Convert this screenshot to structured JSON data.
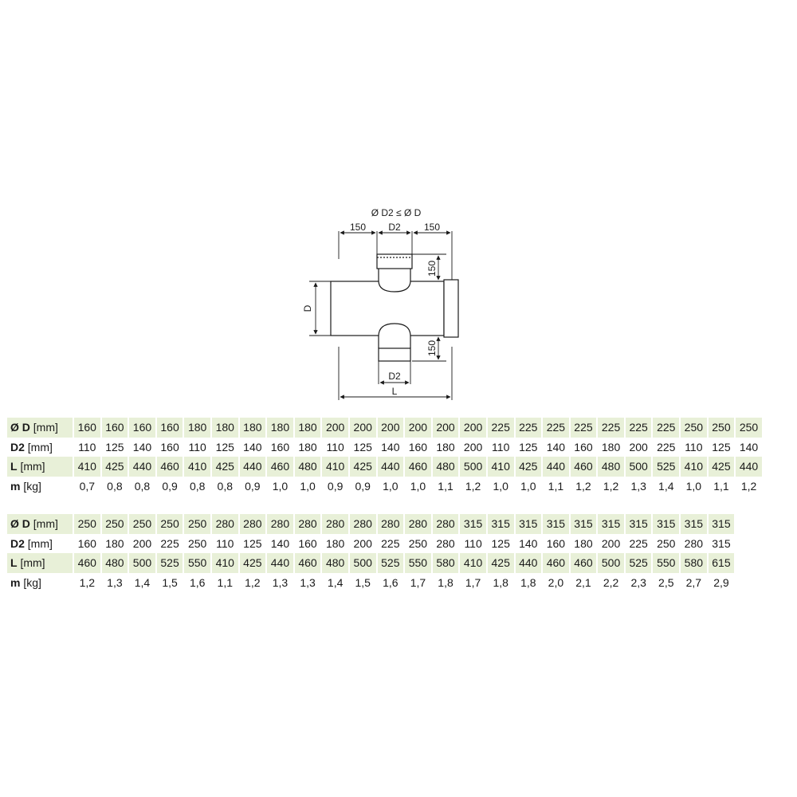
{
  "diagram": {
    "condition": "Ø D2 ≤ Ø D",
    "dim_left": "150",
    "dim_top_d2": "D2",
    "dim_right": "150",
    "dim_side_top": "150",
    "dim_side_bottom": "150",
    "dim_d": "D",
    "dim_bottom_d2": "D2",
    "dim_l": "L"
  },
  "tables": [
    {
      "rows": [
        {
          "sym": "Ø D",
          "unit": "[mm]",
          "values": [
            "160",
            "160",
            "160",
            "160",
            "180",
            "180",
            "180",
            "180",
            "180",
            "200",
            "200",
            "200",
            "200",
            "200",
            "200",
            "225",
            "225",
            "225",
            "225",
            "225",
            "225",
            "225",
            "250",
            "250",
            "250"
          ]
        },
        {
          "sym": "D2",
          "unit": "[mm]",
          "values": [
            "110",
            "125",
            "140",
            "160",
            "110",
            "125",
            "140",
            "160",
            "180",
            "110",
            "125",
            "140",
            "160",
            "180",
            "200",
            "110",
            "125",
            "140",
            "160",
            "180",
            "200",
            "225",
            "110",
            "125",
            "140"
          ]
        },
        {
          "sym": "L",
          "unit": "[mm]",
          "values": [
            "410",
            "425",
            "440",
            "460",
            "410",
            "425",
            "440",
            "460",
            "480",
            "410",
            "425",
            "440",
            "460",
            "480",
            "500",
            "410",
            "425",
            "440",
            "460",
            "480",
            "500",
            "525",
            "410",
            "425",
            "440"
          ]
        },
        {
          "sym": "m",
          "unit": "[kg]",
          "values": [
            "0,7",
            "0,8",
            "0,8",
            "0,9",
            "0,8",
            "0,8",
            "0,9",
            "1,0",
            "1,0",
            "0,9",
            "0,9",
            "1,0",
            "1,0",
            "1,1",
            "1,2",
            "1,0",
            "1,0",
            "1,1",
            "1,2",
            "1,2",
            "1,3",
            "1,4",
            "1,0",
            "1,1",
            "1,2"
          ]
        }
      ]
    },
    {
      "rows": [
        {
          "sym": "Ø D",
          "unit": "[mm]",
          "values": [
            "250",
            "250",
            "250",
            "250",
            "250",
            "280",
            "280",
            "280",
            "280",
            "280",
            "280",
            "280",
            "280",
            "280",
            "315",
            "315",
            "315",
            "315",
            "315",
            "315",
            "315",
            "315",
            "315",
            "315"
          ]
        },
        {
          "sym": "D2",
          "unit": "[mm]",
          "values": [
            "160",
            "180",
            "200",
            "225",
            "250",
            "110",
            "125",
            "140",
            "160",
            "180",
            "200",
            "225",
            "250",
            "280",
            "110",
            "125",
            "140",
            "160",
            "180",
            "200",
            "225",
            "250",
            "280",
            "315"
          ]
        },
        {
          "sym": "L",
          "unit": "[mm]",
          "values": [
            "460",
            "480",
            "500",
            "525",
            "550",
            "410",
            "425",
            "440",
            "460",
            "480",
            "500",
            "525",
            "550",
            "580",
            "410",
            "425",
            "440",
            "460",
            "460",
            "500",
            "525",
            "550",
            "580",
            "615"
          ]
        },
        {
          "sym": "m",
          "unit": "[kg]",
          "values": [
            "1,2",
            "1,3",
            "1,4",
            "1,5",
            "1,6",
            "1,1",
            "1,2",
            "1,3",
            "1,3",
            "1,4",
            "1,5",
            "1,6",
            "1,7",
            "1,8",
            "1,7",
            "1,8",
            "1,8",
            "2,0",
            "2,1",
            "2,2",
            "2,3",
            "2,5",
            "2,7",
            "2,9"
          ]
        }
      ]
    }
  ]
}
